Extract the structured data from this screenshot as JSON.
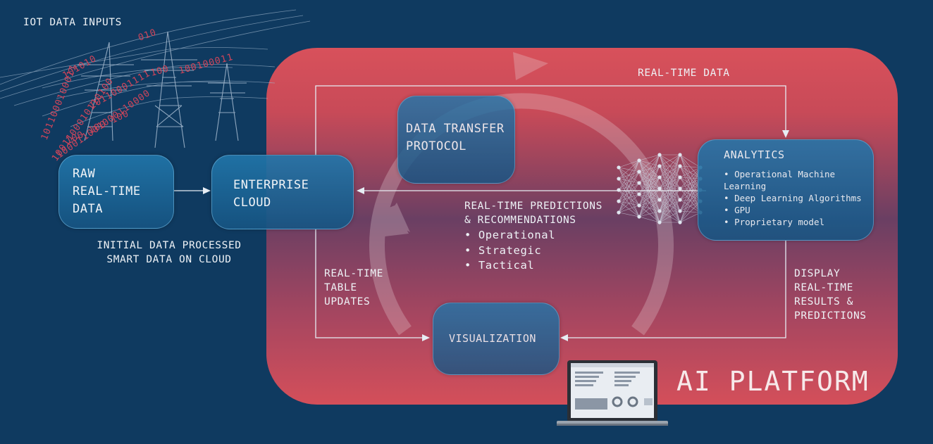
{
  "iot_title": "IOT DATA INPUTS",
  "binary_strings": [
    "101010",
    "1011000100011",
    "10110001111",
    "010",
    "100",
    "100100011",
    "100011001000110000",
    "100 100 100",
    "1001100010110100"
  ],
  "raw_box": "RAW\nREAL-TIME\nDATA",
  "cloud_box": "ENTERPRISE\nCLOUD",
  "initial_processed": "INITIAL DATA PROCESSED\nSMART DATA ON CLOUD",
  "dtp_box": "DATA TRANSFER\nPROTOCOL",
  "realtime_data_label": "REAL-TIME DATA",
  "analytics": {
    "title": "ANALYTICS",
    "items": [
      "Operational Machine Learning",
      "Deep Learning Algorithms",
      "GPU",
      "Proprietary model"
    ]
  },
  "predictions": {
    "title": "REAL-TIME PREDICTIONS\n& RECOMMENDATIONS",
    "items": [
      "Operational",
      "Strategic",
      "Tactical"
    ]
  },
  "table_updates": "REAL-TIME\nTABLE\nUPDATES",
  "display_results": "DISPLAY\nREAL-TIME\nRESULTS &\nPREDICTIONS",
  "visualization_box": "VISUALIZATION",
  "platform_title": "AI PLATFORM",
  "colors": {
    "background": "#0f3a60",
    "platform": "#d44f5a",
    "box": "#1f6fa3",
    "binary": "#d0455a"
  }
}
